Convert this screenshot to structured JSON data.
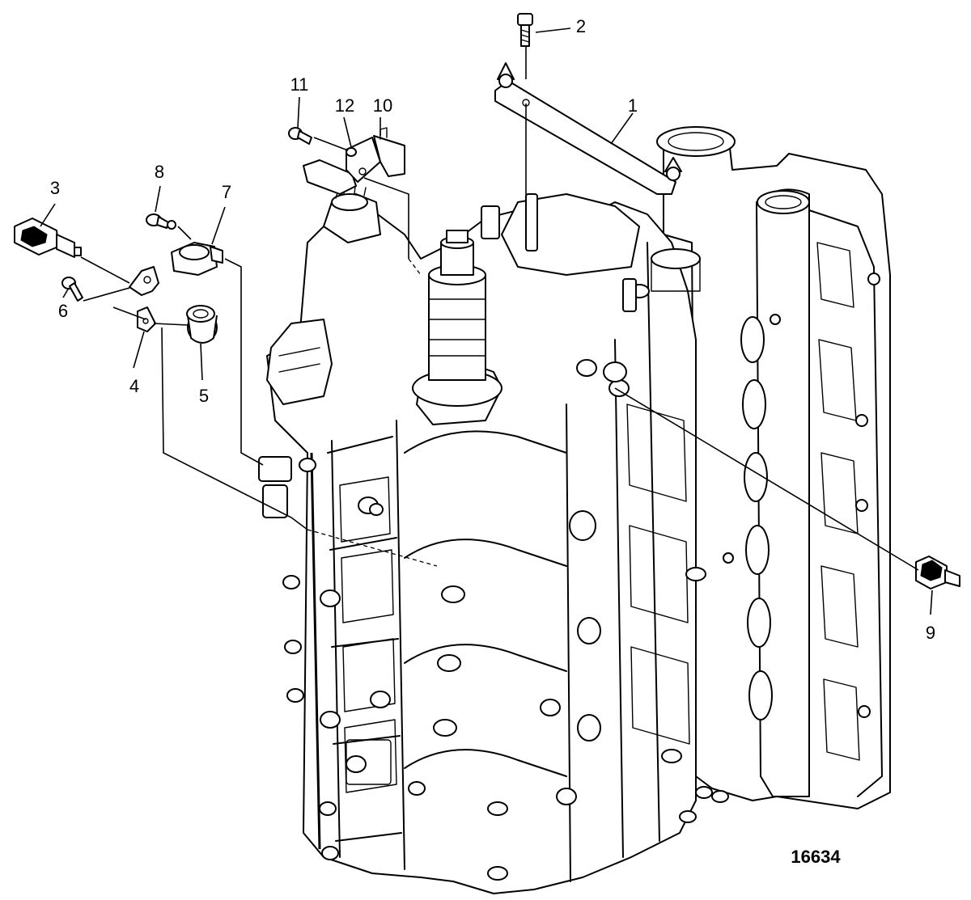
{
  "callouts": [
    {
      "id": "1",
      "label": "1"
    },
    {
      "id": "2",
      "label": "2"
    },
    {
      "id": "3",
      "label": "3"
    },
    {
      "id": "4",
      "label": "4"
    },
    {
      "id": "5",
      "label": "5"
    },
    {
      "id": "6",
      "label": "6"
    },
    {
      "id": "7",
      "label": "7"
    },
    {
      "id": "8",
      "label": "8"
    },
    {
      "id": "9",
      "label": "9"
    },
    {
      "id": "10",
      "label": "10"
    },
    {
      "id": "11",
      "label": "11"
    },
    {
      "id": "12",
      "label": "12"
    }
  ],
  "figure_number": "16634"
}
